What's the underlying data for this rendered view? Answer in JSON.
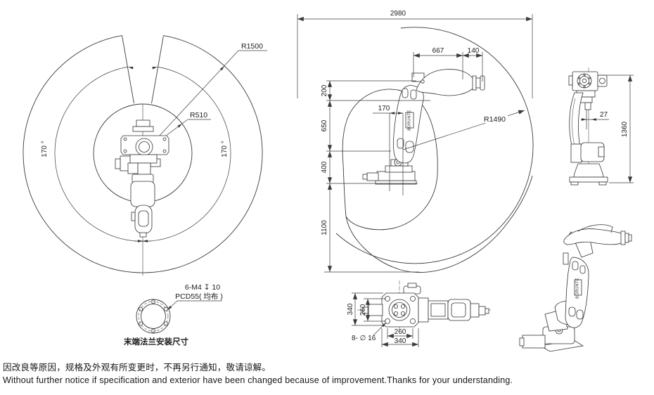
{
  "top_view": {
    "r_outer_label": "R1500",
    "r_inner_label": "R510",
    "angle_left": "170 °",
    "angle_right": "170 °"
  },
  "side_view": {
    "dim_width": "2980",
    "dim_667": "667",
    "dim_140": "140",
    "dim_200": "200",
    "dim_650": "650",
    "dim_170": "170",
    "dim_400": "400",
    "dim_1100": "1100",
    "r_reach_label": "R1490",
    "brand": "BORUNTE"
  },
  "rear_view": {
    "dim_27": "27",
    "dim_1360": "1360"
  },
  "base_view": {
    "dim_v_340": "340",
    "dim_v_260": "260",
    "dim_h_260": "260",
    "dim_h_340": "340",
    "holes_label": "8- ∅ 16"
  },
  "flange_detail": {
    "callout_line1": "6-M4 ↧ 10",
    "callout_line2": "PCD55( 均布 )",
    "caption": "末端法兰安装尺寸"
  },
  "iso_view": {
    "brand": "BORUNTE"
  },
  "footer": {
    "line1_zh": "因改良等原因，规格及外观有所变更时，不再另行通知，敬请谅解。",
    "line2_en": "Without further notice if specification and exterior have been changed because of improvement.Thanks for your understanding."
  },
  "colors": {
    "line": "#3b3b3b",
    "text": "#1c1c1c",
    "background": "#ffffff"
  }
}
